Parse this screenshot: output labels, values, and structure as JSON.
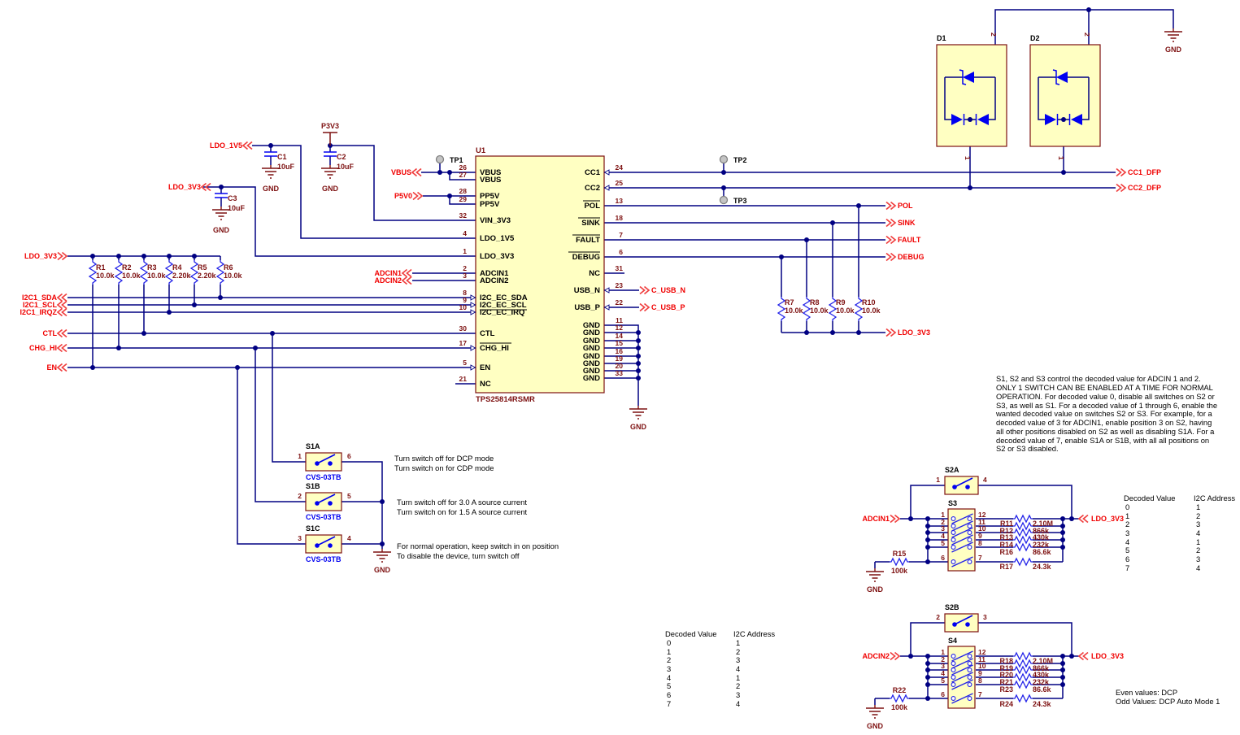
{
  "u1": {
    "designator": "U1",
    "part_number": "TPS25814RSMR",
    "left_pins": [
      {
        "num": "26",
        "name": "VBUS"
      },
      {
        "num": "27",
        "name": "VBUS"
      },
      {
        "num": "28",
        "name": "PP5V"
      },
      {
        "num": "29",
        "name": "PP5V"
      },
      {
        "num": "32",
        "name": "VIN_3V3"
      },
      {
        "num": "4",
        "name": "LDO_1V5"
      },
      {
        "num": "1",
        "name": "LDO_3V3"
      },
      {
        "num": "2",
        "name": "ADCIN1"
      },
      {
        "num": "3",
        "name": "ADCIN2"
      },
      {
        "num": "8",
        "name": "I2C_EC_SDA"
      },
      {
        "num": "9",
        "name": "I2C_EC_SCL"
      },
      {
        "num": "10",
        "name": "I2C_EC_IRQ"
      },
      {
        "num": "30",
        "name": "CTL"
      },
      {
        "num": "17",
        "name": "CHG_HI"
      },
      {
        "num": "5",
        "name": "EN"
      },
      {
        "num": "21",
        "name": "NC"
      }
    ],
    "right_pins": [
      {
        "num": "24",
        "name": "CC1"
      },
      {
        "num": "25",
        "name": "CC2"
      },
      {
        "num": "13",
        "name": "POL"
      },
      {
        "num": "18",
        "name": "SINK"
      },
      {
        "num": "7",
        "name": "FAULT"
      },
      {
        "num": "6",
        "name": "DEBUG"
      },
      {
        "num": "31",
        "name": "NC"
      },
      {
        "num": "23",
        "name": "USB_N"
      },
      {
        "num": "22",
        "name": "USB_P"
      },
      {
        "num": "11",
        "name": "GND"
      },
      {
        "num": "12",
        "name": "GND"
      },
      {
        "num": "14",
        "name": "GND"
      },
      {
        "num": "15",
        "name": "GND"
      },
      {
        "num": "16",
        "name": "GND"
      },
      {
        "num": "19",
        "name": "GND"
      },
      {
        "num": "20",
        "name": "GND"
      },
      {
        "num": "33",
        "name": "GND"
      }
    ]
  },
  "net_flags": {
    "vbus": "VBUS",
    "p5v0": "P5V0",
    "ldo_1v5": "LDO_1V5",
    "p3v3": "P3V3",
    "ldo_3v3": "LDO_3V3",
    "adcin1": "ADCIN1",
    "adcin2": "ADCIN2",
    "i2c1_sda": "I2C1_SDA",
    "i2c1_scl": "I2C1_SCL",
    "i2c1_irqz": "I2C1_IRQZ",
    "ctl": "CTL",
    "chg_hi": "CHG_HI",
    "en": "EN",
    "c_usb_n": "C_USB_N",
    "c_usb_p": "C_USB_P",
    "cc1_dfp": "CC1_DFP",
    "cc2_dfp": "CC2_DFP",
    "pol": "POL",
    "sink": "SINK",
    "fault": "FAULT",
    "debug": "DEBUG",
    "gnd": "GND"
  },
  "capacitors": [
    {
      "ref": "C1",
      "value": "10uF"
    },
    {
      "ref": "C2",
      "value": "10uF"
    },
    {
      "ref": "C3",
      "value": "10uF"
    }
  ],
  "resistors_left": [
    {
      "ref": "R1",
      "value": "10.0k"
    },
    {
      "ref": "R2",
      "value": "10.0k"
    },
    {
      "ref": "R3",
      "value": "10.0k"
    },
    {
      "ref": "R4",
      "value": "2.20k"
    },
    {
      "ref": "R5",
      "value": "2.20k"
    },
    {
      "ref": "R6",
      "value": "10.0k"
    }
  ],
  "resistors_right": [
    {
      "ref": "R7",
      "value": "10.0k"
    },
    {
      "ref": "R8",
      "value": "10.0k"
    },
    {
      "ref": "R9",
      "value": "10.0k"
    },
    {
      "ref": "R10",
      "value": "10.0k"
    }
  ],
  "test_points": [
    "TP1",
    "TP2",
    "TP3"
  ],
  "diodes": [
    {
      "ref": "D1",
      "pin_top": "2",
      "pin_bottom": "1"
    },
    {
      "ref": "D2",
      "pin_top": "2",
      "pin_bottom": "1"
    }
  ],
  "switches_s1": [
    {
      "ref": "S1A",
      "part": "CVS-03TB",
      "pin_left": "1",
      "pin_right": "6",
      "note": [
        "Turn switch off for DCP mode",
        "Turn switch on for CDP mode"
      ]
    },
    {
      "ref": "S1B",
      "part": "CVS-03TB",
      "pin_left": "2",
      "pin_right": "5",
      "note": [
        "Turn switch off  for 3.0 A source current",
        "Turn switch on for 1.5 A source current"
      ]
    },
    {
      "ref": "S1C",
      "part": "CVS-03TB",
      "pin_left": "3",
      "pin_right": "4",
      "note": [
        "For normal operation, keep switch in on position",
        "To disable the device, turn switch off"
      ]
    }
  ],
  "ladder1": {
    "switch": "S2A",
    "sw_pin_left": "1",
    "sw_pin_right": "4",
    "dip": "S3",
    "dip_left": [
      "1",
      "2",
      "3",
      "4",
      "5",
      "6"
    ],
    "dip_right": [
      "12",
      "11",
      "10",
      "9",
      "8",
      "7"
    ],
    "resistors": [
      {
        "ref": "R11",
        "value": "2.10M"
      },
      {
        "ref": "R12",
        "value": "866k"
      },
      {
        "ref": "R13",
        "value": "430k"
      },
      {
        "ref": "R14",
        "value": "232k"
      },
      {
        "ref": "R16",
        "value": "86.6k"
      },
      {
        "ref": "R17",
        "value": "24.3k"
      }
    ],
    "gnd_resistor": {
      "ref": "R15",
      "value": "100k"
    }
  },
  "ladder2": {
    "switch": "S2B",
    "sw_pin_left": "2",
    "sw_pin_right": "3",
    "dip": "S4",
    "dip_left": [
      "1",
      "2",
      "3",
      "4",
      "5",
      "6"
    ],
    "dip_right": [
      "12",
      "11",
      "10",
      "9",
      "8",
      "7"
    ],
    "resistors": [
      {
        "ref": "R18",
        "value": "2.10M"
      },
      {
        "ref": "R19",
        "value": "866k"
      },
      {
        "ref": "R20",
        "value": "430k"
      },
      {
        "ref": "R21",
        "value": "232k"
      },
      {
        "ref": "R23",
        "value": "86.6k"
      },
      {
        "ref": "R24",
        "value": "24.3k"
      }
    ],
    "gnd_resistor": {
      "ref": "R22",
      "value": "100k"
    }
  },
  "note_block": {
    "lines": [
      "S1, S2 and S3 control the decoded value for ADCIN 1 and 2.",
      "ONLY 1 SWITCH CAN BE ENABLED AT A TIME FOR NORMAL",
      "OPERATION. For decoded value 0, disable all switches on S2 or",
      "S3, as well as S1. For a decoded value of 1 through 6, enable the",
      "wanted decoded value on switches S2 or S3. For example, for a",
      "decoded value of 3 for ADCIN1, enable position 3 on S2, having",
      "all other positions disabled on S2 as well as disabling S1A. For a",
      "decoded value of 7, enable S1A or S1B, with all all positions on",
      "S2 or S3 disabled."
    ]
  },
  "mode_note": {
    "line1": "Even values: DCP",
    "line2": "Odd Values: DCP Auto Mode 1"
  },
  "decode_table": {
    "col1_header": "Decoded Value",
    "col2_header": "I2C Address",
    "rows": [
      [
        "0",
        "1"
      ],
      [
        "1",
        "2"
      ],
      [
        "2",
        "3"
      ],
      [
        "3",
        "4"
      ],
      [
        "4",
        "1"
      ],
      [
        "5",
        "2"
      ],
      [
        "6",
        "3"
      ],
      [
        "7",
        "4"
      ]
    ]
  },
  "colors": {
    "wire": "#000082",
    "component_fill": "#FFFFC2",
    "component_border": "#7D1010",
    "glyph_blue": "#0000F0",
    "net_label": "#F00000",
    "annotation": "#7D1010"
  }
}
